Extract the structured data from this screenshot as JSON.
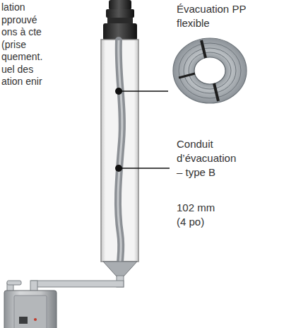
{
  "diagram": {
    "labels": [
      "lation pprouvé ons à cte (prise quement. uel des ation enir",
      "Évacuation PP flexible",
      "Conduit d’évacuation – type B",
      "102 mm (4 po)"
    ]
  }
}
